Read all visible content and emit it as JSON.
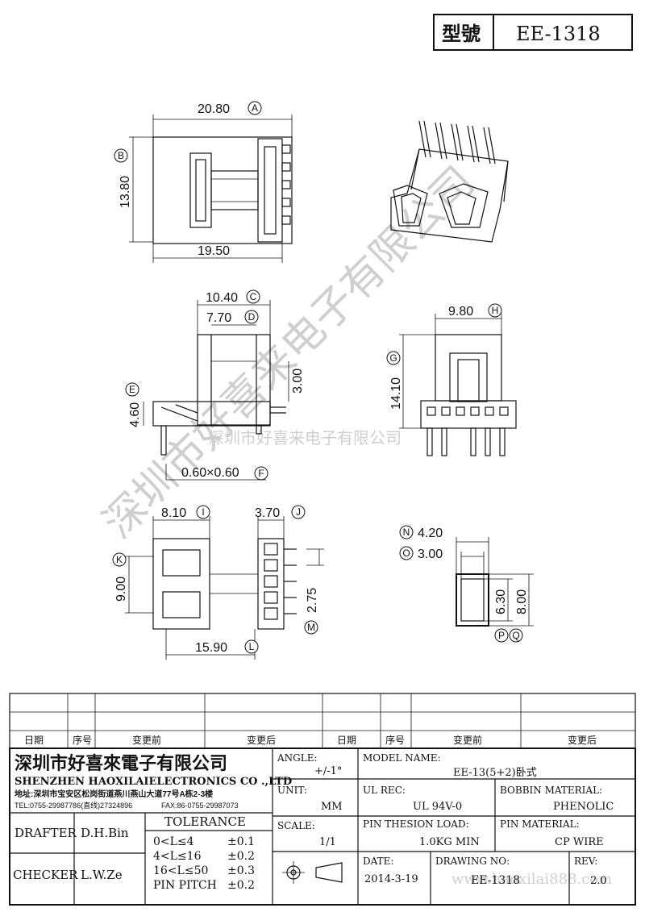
{
  "model_box": {
    "label": "型號",
    "value": "EE-1318"
  },
  "dimensions": {
    "top_view": {
      "width_top": "20.80",
      "height": "13.80",
      "width_bottom": "19.50",
      "tag_width_top": "A",
      "tag_height": "B"
    },
    "side_view": {
      "d1": "10.40",
      "d1_tag": "C",
      "d2": "7.70",
      "d2_tag": "D",
      "d3": "3.00",
      "d4": "4.60",
      "d4_tag": "E",
      "pin": "0.60×0.60",
      "pin_tag": "F"
    },
    "front_view": {
      "w": "9.80",
      "w_tag": "H",
      "h": "14.10",
      "h_tag": "G"
    },
    "bottom_view": {
      "a": "8.10",
      "a_tag": "I",
      "b": "3.70",
      "b_tag": "J",
      "c": "9.00",
      "c_tag": "K",
      "d": "2.75",
      "d_tag": "M",
      "e": "15.90",
      "e_tag": "L"
    },
    "section_view": {
      "n": "4.20",
      "n_tag": "N",
      "o": "3.00",
      "o_tag": "O",
      "p": "6.30",
      "q": "8.00",
      "p_tag": "P",
      "q_tag": "Q"
    }
  },
  "watermark": {
    "diagonal": "深圳市好喜来电子有限公司",
    "horizontal": "深圳市好喜来电子有限公司",
    "url": "www.haoxilai888.com"
  },
  "revision_headers": [
    "日期",
    "序号",
    "变更前",
    "变更后",
    "日期",
    "序号",
    "变更前",
    "变更后"
  ],
  "company": {
    "name_cn": "深圳市好喜來電子有限公司",
    "name_en": "SHENZHEN HAOXILAIELECTRONICS CO .,LTD",
    "address": "地址:深圳市宝安区松岗街道燕川燕山大道77号A栋2-3楼",
    "tel": "TEL:0755-29987786(直线)27324896",
    "fax": "FAX:86-0755-29987073"
  },
  "people": {
    "drafter_label": "DRAFTER",
    "drafter": "D.H.Bin",
    "checker_label": "CHECKER",
    "checker": "L.W.Ze"
  },
  "tolerance": {
    "title": "TOLERANCE",
    "rows": [
      {
        "range": "0<L≤4",
        "tol": "±0.1"
      },
      {
        "range": "4<L≤16",
        "tol": "±0.2"
      },
      {
        "range": "16<L≤50",
        "tol": "±0.3"
      },
      {
        "range": "PIN PITCH",
        "tol": "±0.2"
      }
    ]
  },
  "fields": {
    "angle_label": "ANGLE:",
    "angle": "+/-1°",
    "unit_label": "UNIT:",
    "unit": "MM",
    "scale_label": "SCALE:",
    "scale": "1/1",
    "model_label": "MODEL NAME:",
    "model": "EE-13(5+2)卧式",
    "ul_label": "UL REC:",
    "ul": "UL 94V-0",
    "bobbin_label": "BOBBIN MATERIAL:",
    "bobbin": "PHENOLIC",
    "load_label": "PIN THESION LOAD:",
    "load": "1.0KG MIN",
    "pin_label": "PIN MATERIAL:",
    "pin": "CP WIRE",
    "date_label": "DATE:",
    "date": "2014-3-19",
    "drawing_label": "DRAWING NO:",
    "drawing": "EE-1318",
    "rev_label": "REV:",
    "rev": "2.0"
  }
}
